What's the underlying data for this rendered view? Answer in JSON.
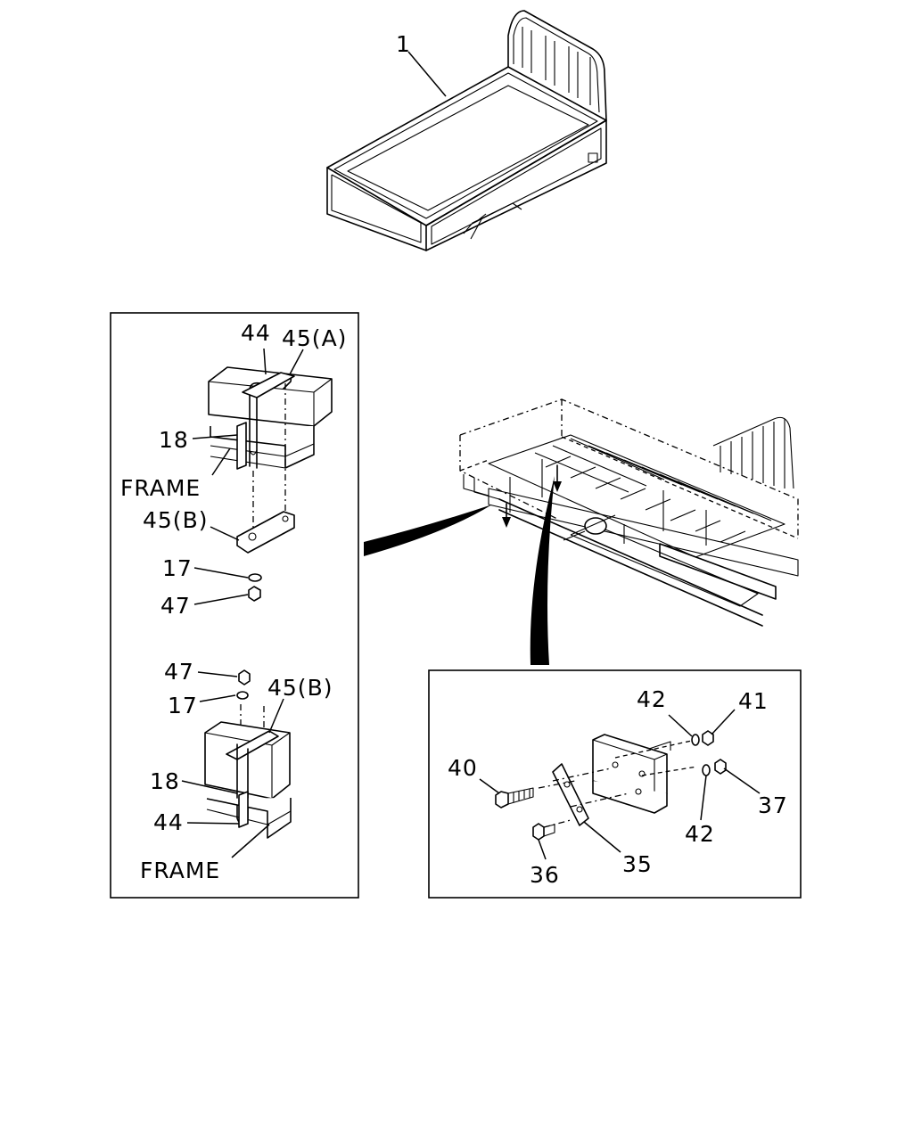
{
  "labels": {
    "bed": "1",
    "ubolt_top": "44",
    "plate_a": "45(A)",
    "spacer_top": "18",
    "frame_top": "FRAME",
    "plate_b_top": "45(B)",
    "washer_top": "17",
    "nut_top": "47",
    "nut_bot": "47",
    "washer_bot": "17",
    "plate_b_bot": "45(B)",
    "spacer_bot": "18",
    "ubolt_bot": "44",
    "frame_bot": "FRAME",
    "washer_42_top": "42",
    "nut_41": "41",
    "bolt_40": "40",
    "nut_37": "37",
    "washer_42_bot": "42",
    "bolt_36": "36",
    "bracket_35": "35"
  }
}
